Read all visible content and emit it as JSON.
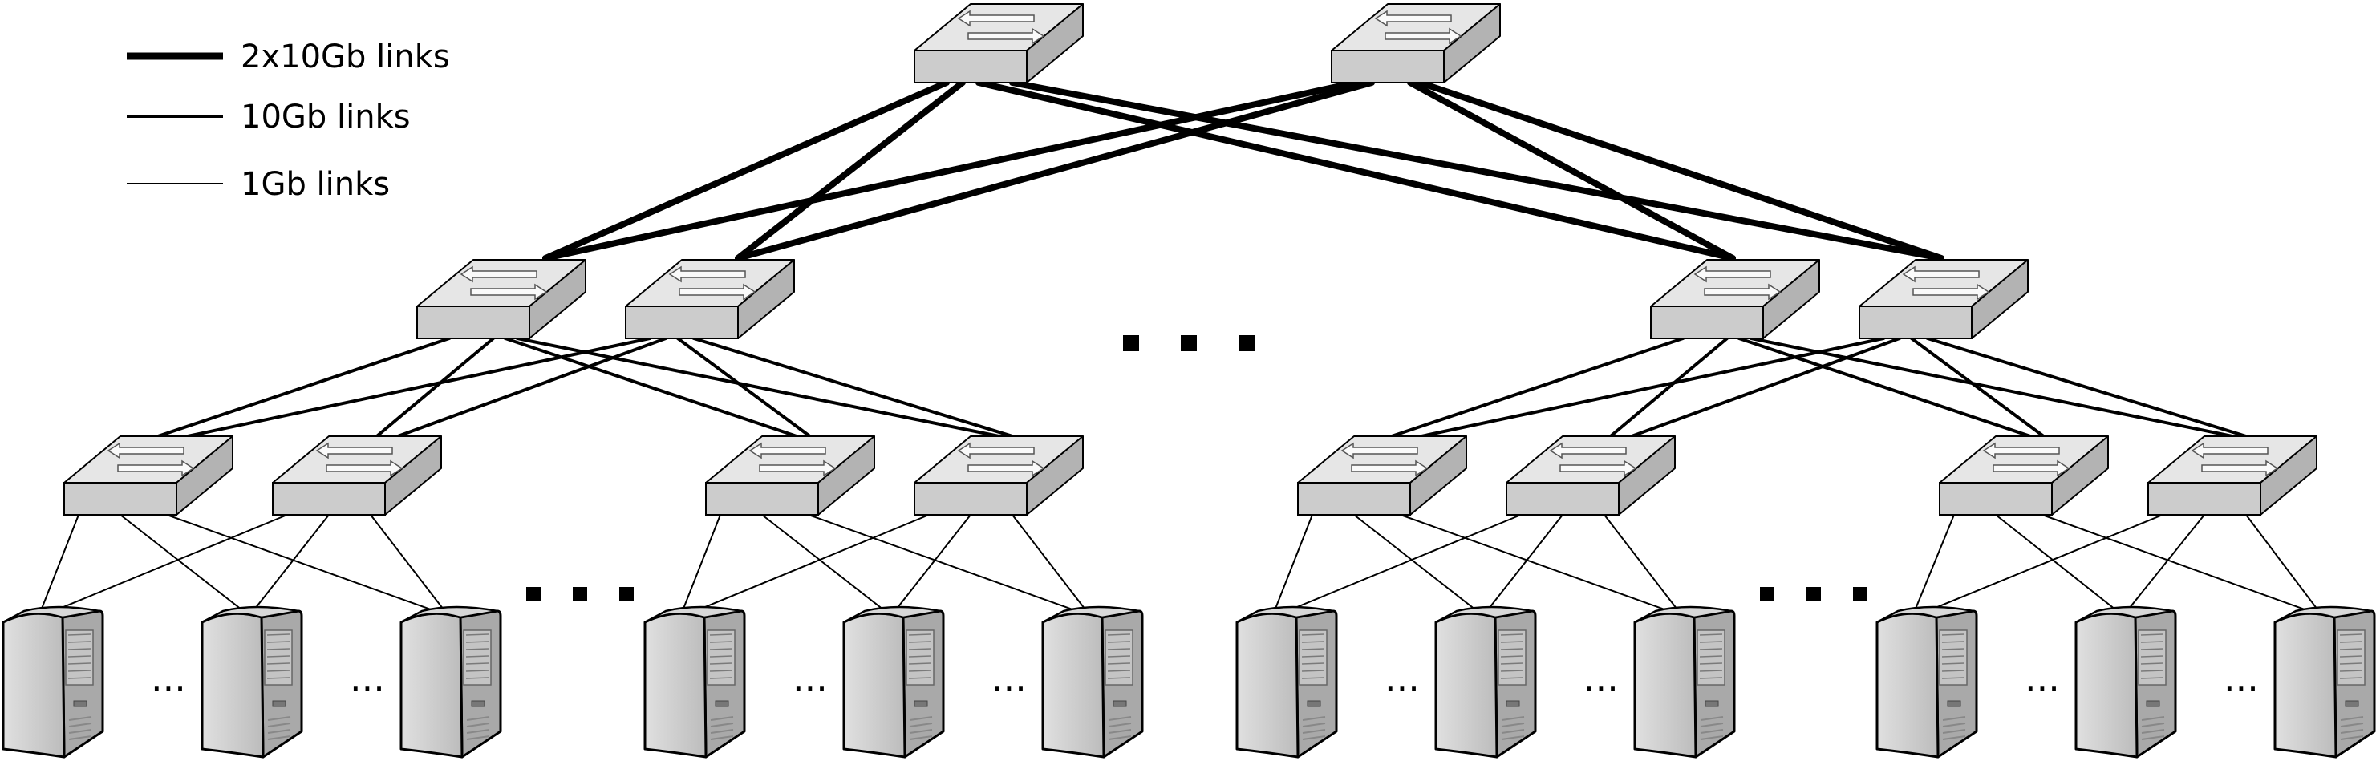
{
  "legend": {
    "items": [
      {
        "label": "2x10Gb links",
        "weight": "heavy"
      },
      {
        "label": "10Gb links",
        "weight": "medium"
      },
      {
        "label": "1Gb links",
        "weight": "light"
      }
    ]
  },
  "topology": {
    "core_switches": 2,
    "aggregation_switches_per_pod": 2,
    "edge_switches_per_pod": 4,
    "pods_shown": 2,
    "servers_per_edge_pair": 3
  },
  "ellipsis": {
    "between_groups": "▪ ▪ ▪",
    "between_servers": "..."
  },
  "colors": {
    "switch_top": "#e6e6e6",
    "switch_front": "#cccccc",
    "switch_side": "#b3b3b3",
    "server_light": "#e8e8e8",
    "server_dark": "#bdbdbd",
    "link": "#000000"
  }
}
